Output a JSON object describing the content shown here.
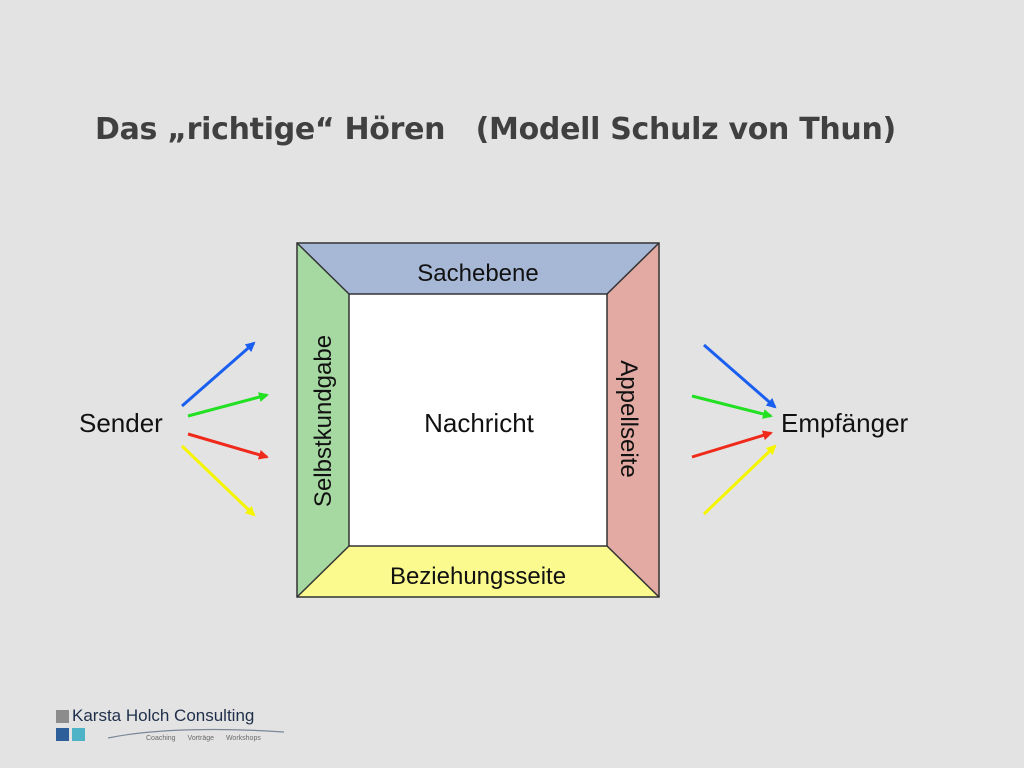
{
  "title": "Das „richtige“ Hören   (Modell Schulz von Thun)",
  "diagram": {
    "sender": "Sender",
    "receiver": "Empfänger",
    "center": "Nachricht",
    "top": "Sachebene",
    "left": "Selbstkundgabe",
    "right": "Appellseite",
    "bottom": "Beziehungsseite",
    "colors": {
      "top": "#a7b8d6",
      "left": "#a6d8a2",
      "right": "#e2aaa3",
      "bottom": "#fafa8e",
      "center": "#ffffff",
      "arrow_blue": "#1a5ff0",
      "arrow_green": "#22e022",
      "arrow_red": "#f02a1a",
      "arrow_yellow": "#f5f500"
    }
  },
  "logo": {
    "name": "Karsta Holch Consulting",
    "tagline": [
      "Coaching",
      "Vorträge",
      "Workshops"
    ],
    "colors": {
      "square_gray": "#8c8c8c",
      "square_blue": "#2d5f9a",
      "square_teal": "#4fb3c8"
    }
  }
}
